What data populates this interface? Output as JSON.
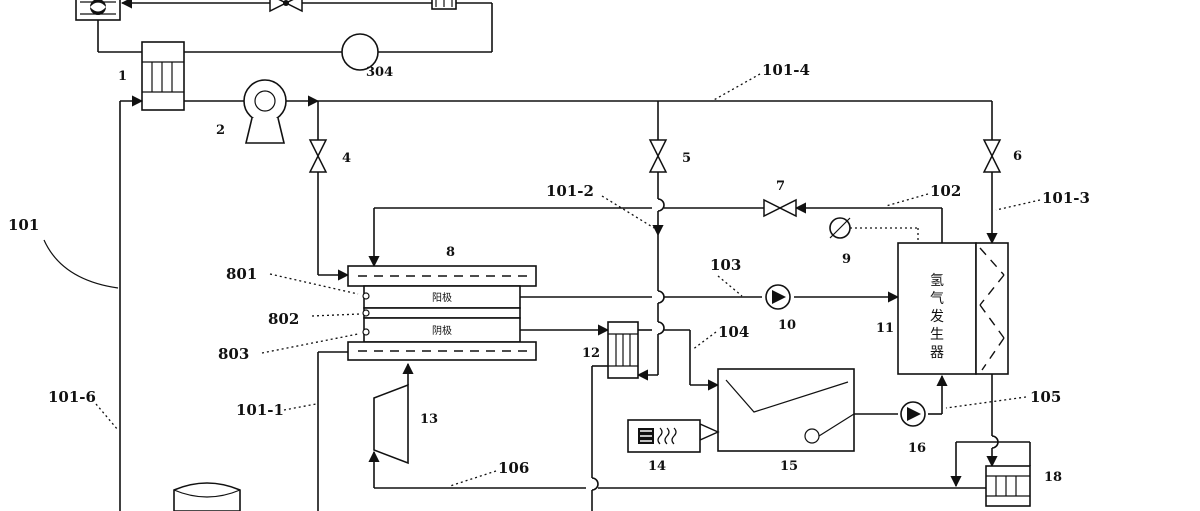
{
  "labels": {
    "l101": "101",
    "l101_1": "101-1",
    "l101_2": "101-2",
    "l101_3": "101-3",
    "l101_4": "101-4",
    "l101_6": "101-6",
    "l102": "102",
    "l103": "103",
    "l104": "104",
    "l105": "105",
    "l106": "106",
    "l1": "1",
    "l2": "2",
    "l4": "4",
    "l5": "5",
    "l6": "6",
    "l7": "7",
    "l8": "8",
    "l9": "9",
    "l10": "10",
    "l11": "11",
    "l12": "12",
    "l13": "13",
    "l14": "14",
    "l15": "15",
    "l16": "16",
    "l18": "18",
    "l304": "304",
    "l801": "801",
    "l802": "802",
    "l803": "803"
  },
  "components": {
    "anode": "阳极",
    "cathode": "阴极",
    "generator": [
      "氢",
      "气",
      "发",
      "生",
      "器"
    ]
  },
  "colors": {
    "line": "#111111",
    "background": "#ffffff"
  }
}
